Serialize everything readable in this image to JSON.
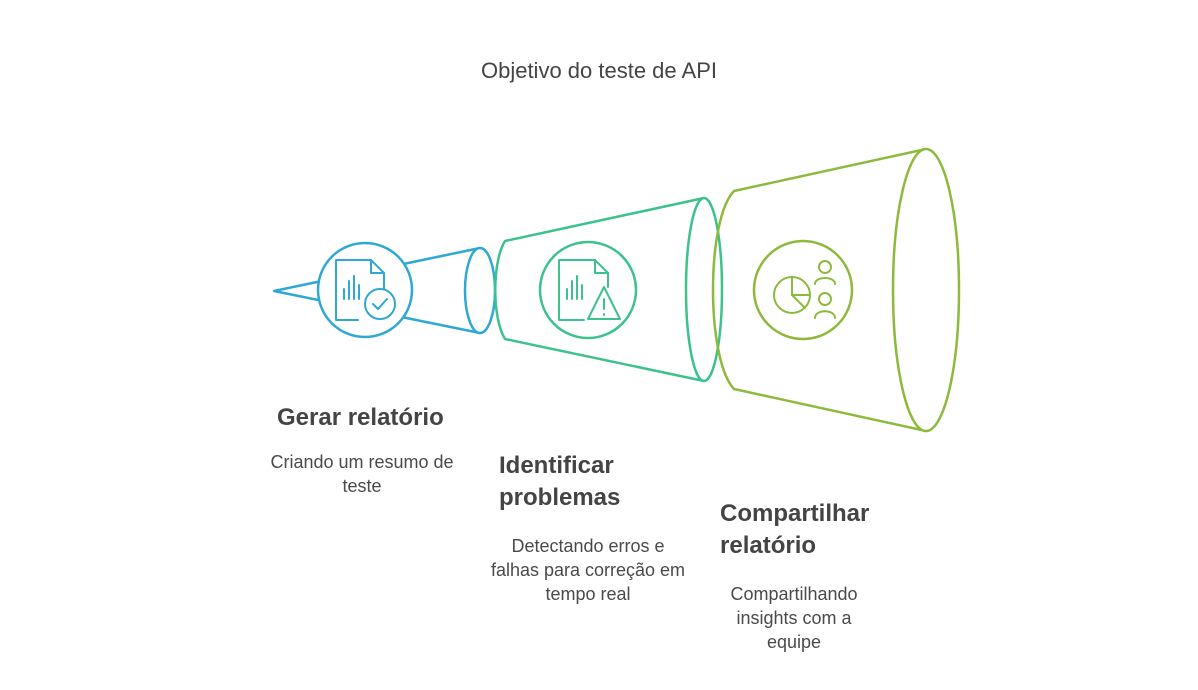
{
  "title": "Objetivo do teste de API",
  "colors": {
    "blue": "#2fa8d4",
    "teal": "#3cc28c",
    "green": "#8dba3c",
    "text": "#444444"
  },
  "stages": [
    {
      "title": "Gerar relatório",
      "description": "Criando um resumo de teste",
      "icon": "report-check-icon",
      "color": "#2fa8d4"
    },
    {
      "title": "Identificar problemas",
      "description": "Detectando erros e falhas para correção em tempo real",
      "icon": "report-warning-icon",
      "color": "#3cc28c"
    },
    {
      "title": "Compartilhar relatório",
      "description": "Compartilhando insights com a equipe",
      "icon": "pie-chart-people-icon",
      "color": "#8dba3c"
    }
  ]
}
